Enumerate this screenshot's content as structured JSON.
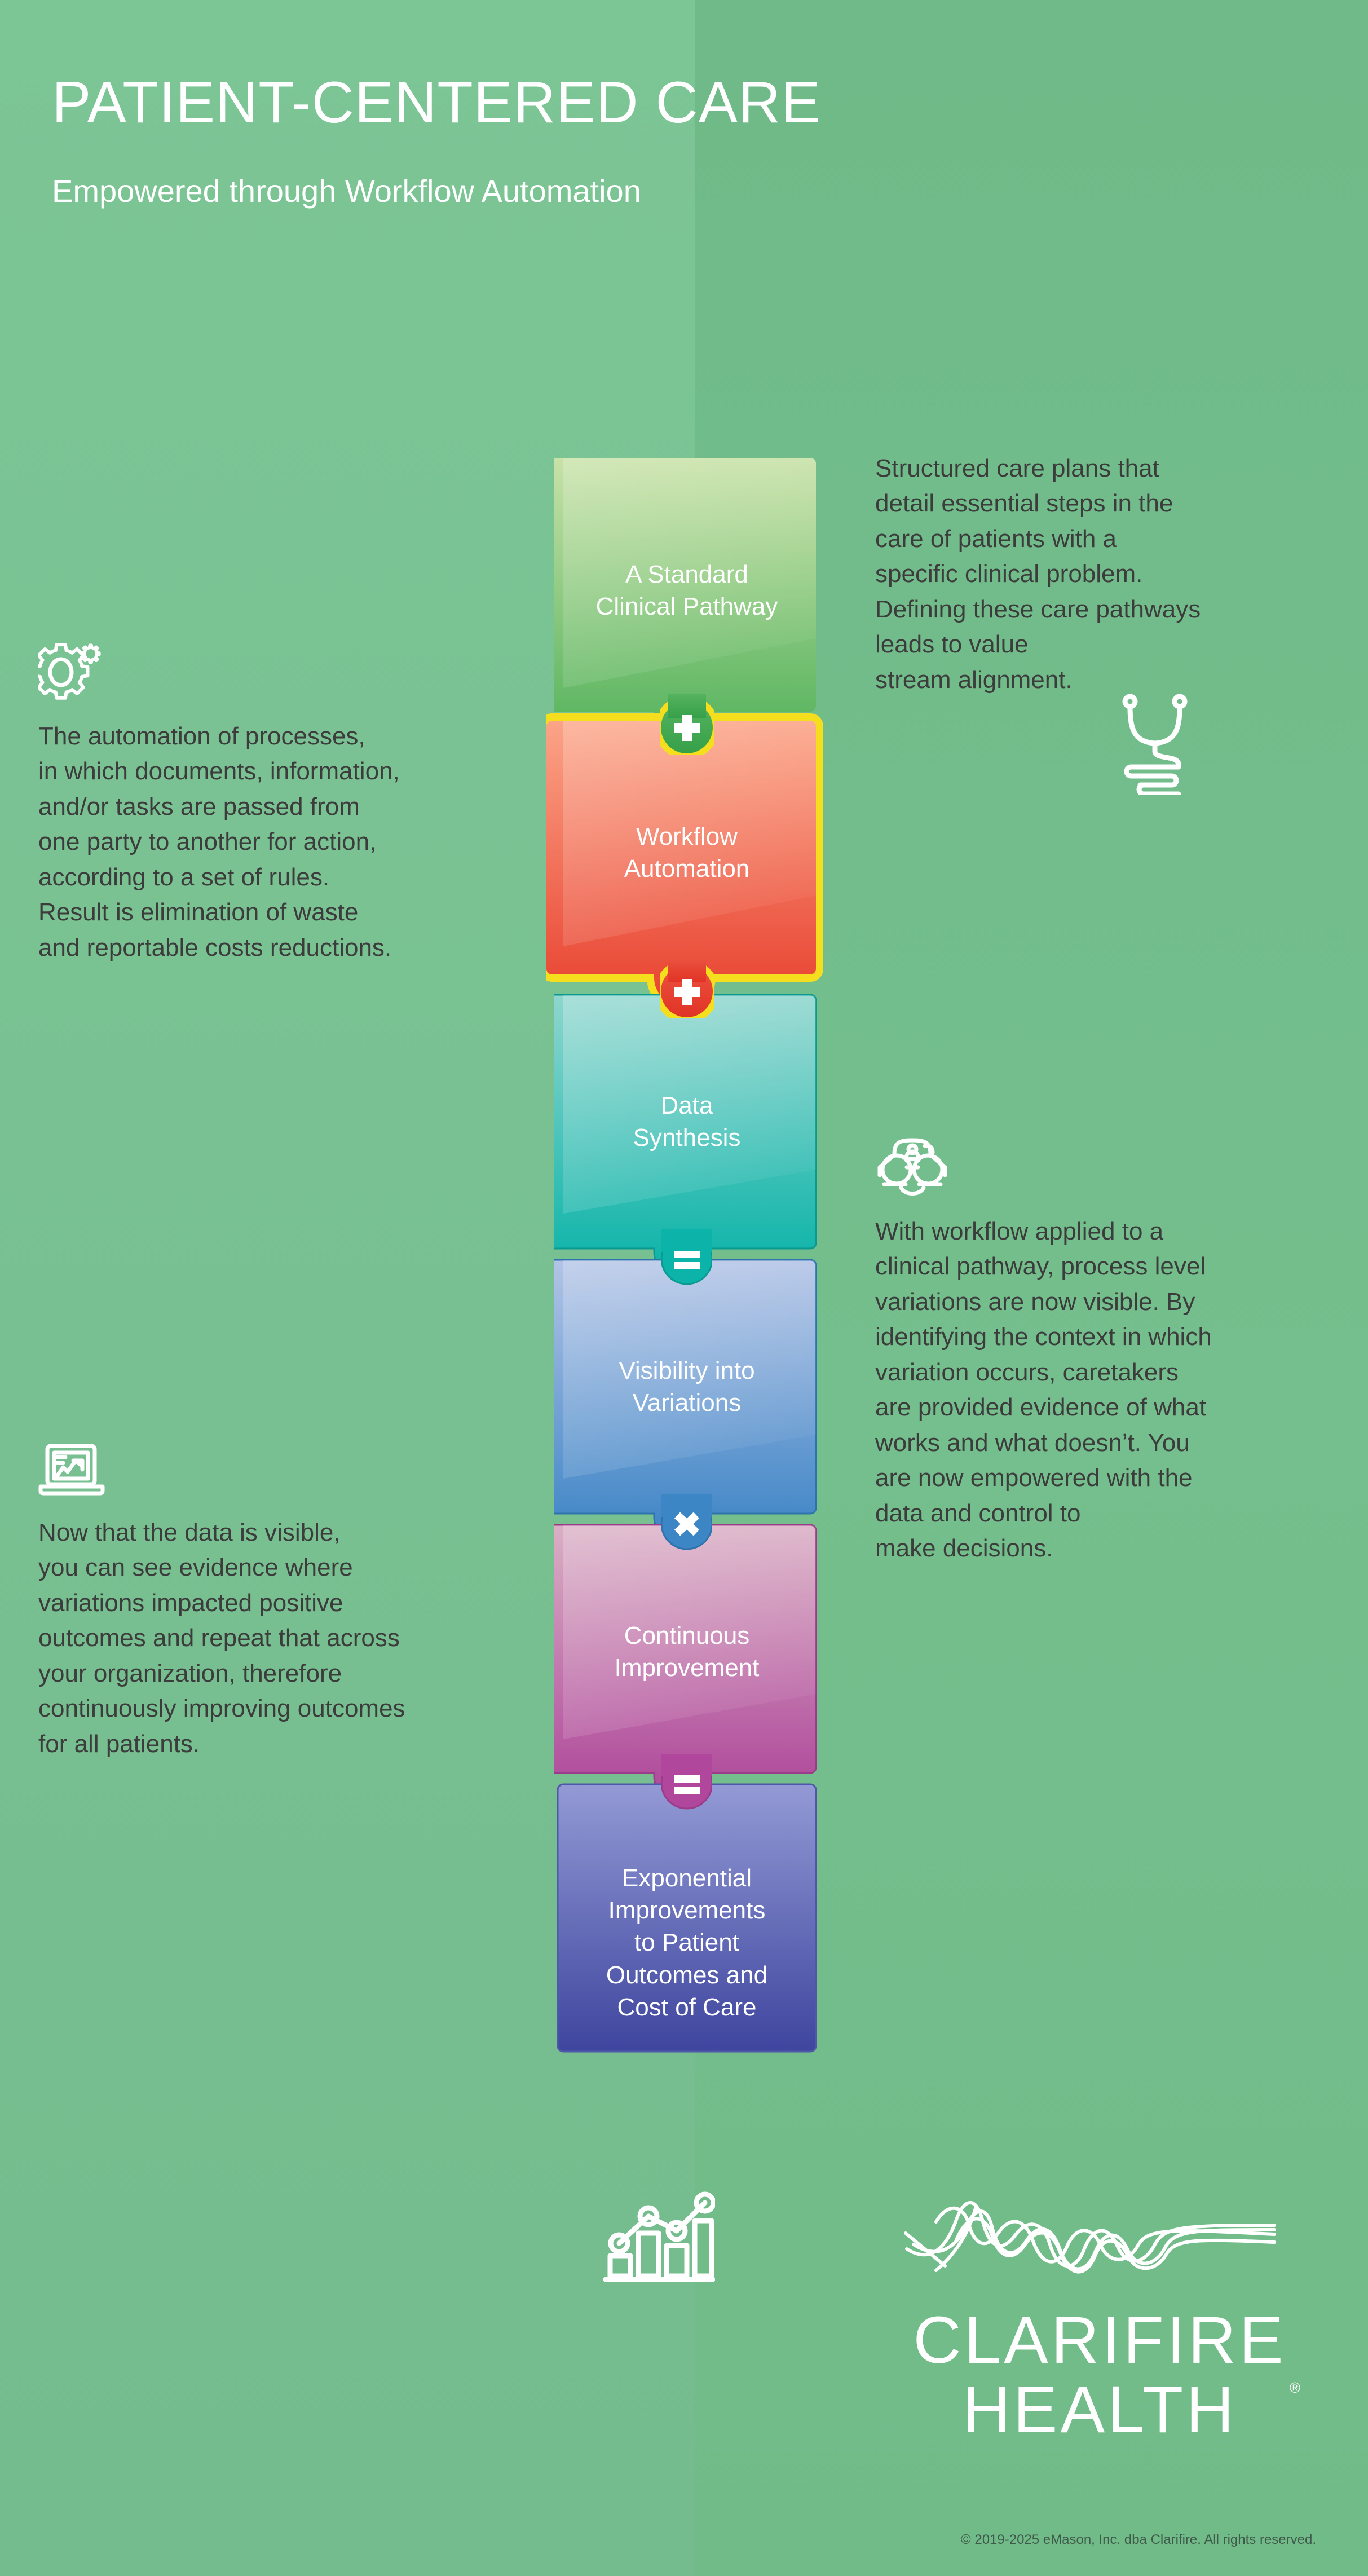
{
  "colors": {
    "background_left": "#7cc595",
    "background_right": "#6fba88",
    "text_body": "#3c3c3c",
    "text_white": "#ffffff",
    "highlight_ring": "#f5de1e",
    "piece_1_top": "#c3dfa0",
    "piece_1_bottom": "#55b35d",
    "piece_2_top": "#f99b79",
    "piece_2_bottom": "#ea4d3d",
    "piece_3_top": "#8ed4cc",
    "piece_3_bottom": "#0cb3a8",
    "piece_4_top": "#b0c2e4",
    "piece_4_bottom": "#3d86c6",
    "piece_5_top": "#d9aec4",
    "piece_5_bottom": "#b0479c",
    "piece_6_top": "#9097d2",
    "piece_6_bottom": "#3f469f"
  },
  "header": {
    "title": "PATIENT-CENTERED CARE",
    "subtitle": "Empowered through\nWorkflow Automation"
  },
  "side_blocks": [
    {
      "id": "automation",
      "icon": "gear-icon",
      "text": "The automation of processes,\nin which documents, information,\nand/or tasks are passed from\none party to another for action,\naccording to a set of rules.\nResult is elimination of waste\nand reportable costs reductions."
    },
    {
      "id": "pathway",
      "icon": "stethoscope-icon",
      "text": "Structured care plans that\ndetail essential steps in the\ncare of patients with a\nspecific clinical problem.\nDefining these care pathways\nleads to value\nstream alignment."
    },
    {
      "id": "variation",
      "icon": "binoculars-icon",
      "text": "With workflow applied to a\nclinical pathway, process level\nvariations are now visible. By\nidentifying the context in which\nvariation occurs, caretakers\nare provided evidence of what\nworks and what doesn’t. You\nare now empowered with the\ndata and control to\nmake decisions."
    },
    {
      "id": "datavisible",
      "icon": "laptop-chart-icon",
      "text": "Now that the data is visible,\nyou can see evidence where\nvariations impacted positive\noutcomes and repeat that across\nyour organization, therefore\ncontinuously improving outcomes\nfor all patients."
    }
  ],
  "puzzle": {
    "pieces": [
      {
        "index": 1,
        "label": "A Standard\nClinical Pathway",
        "connector_below": "plus",
        "highlighted": false
      },
      {
        "index": 2,
        "label": "Workflow\nAutomation",
        "connector_below": "plus",
        "highlighted": true
      },
      {
        "index": 3,
        "label": "Data\nSynthesis",
        "connector_below": "equals",
        "highlighted": false
      },
      {
        "index": 4,
        "label": "Visibility into\nVariations",
        "connector_below": "multiply",
        "highlighted": false
      },
      {
        "index": 5,
        "label": "Continuous\nImprovement",
        "connector_below": "equals",
        "highlighted": false
      },
      {
        "index": 6,
        "label": "Exponential\nImprovements\nto Patient\nOutcomes and\nCost of Care",
        "connector_below": "none",
        "highlighted": false
      }
    ]
  },
  "footer": {
    "icon": "bar-chart-growth-icon",
    "logo_mark": "waveform-logo-icon",
    "logo_line1": "CLARIFIRE",
    "logo_line2": "HEALTH",
    "logo_registered": "®",
    "copyright": "© 2019-2025 eMason, Inc. dba Clarifire. All rights reserved."
  }
}
